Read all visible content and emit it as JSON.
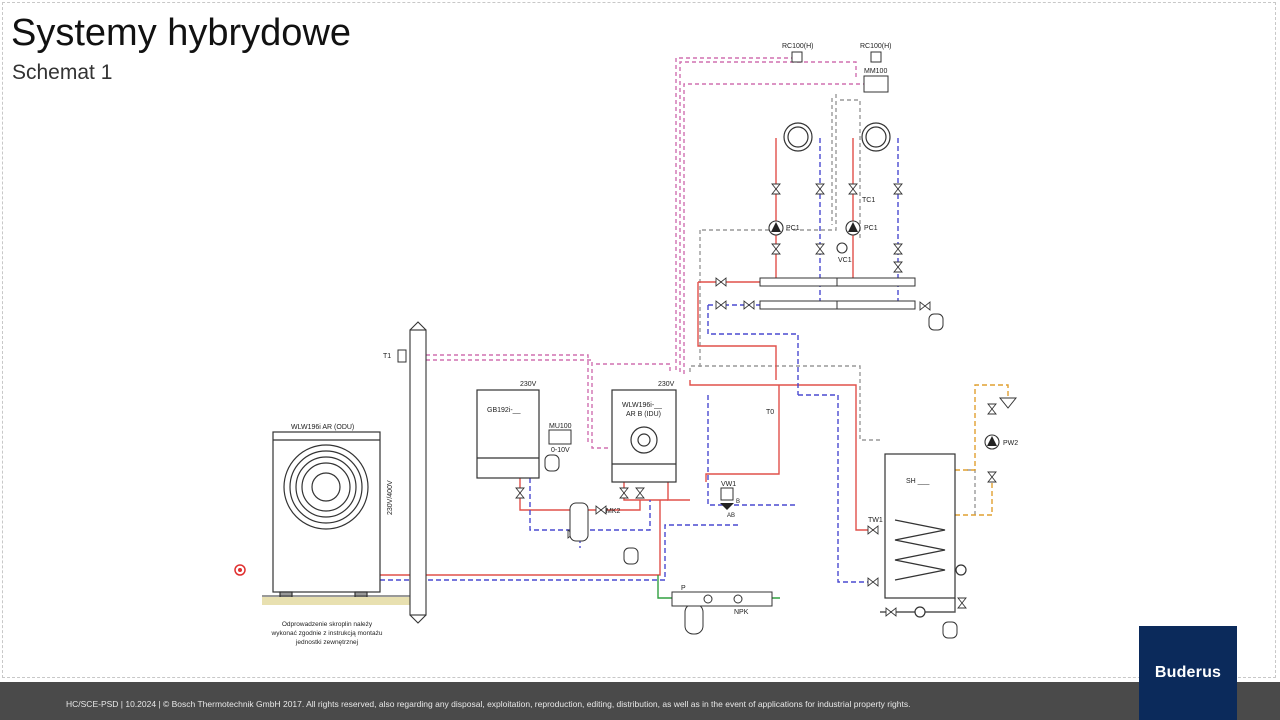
{
  "slide": {
    "title": "Systemy hybrydowe",
    "subtitle": "Schemat 1"
  },
  "labels": {
    "rc100_left": "RC100(H)",
    "rc100_right": "RC100(H)",
    "mm100": "MM100",
    "pc1_left": "PC1",
    "pc1_right": "PC1",
    "tc1": "TC1",
    "vc1": "VC1",
    "t1": "T1",
    "odu": "WLW196i AR (ODU)",
    "voltage_odu": "230V/400V",
    "gb192i": "GB192i-__",
    "voltage_gb": "230V",
    "mu100": "MU100",
    "mu100_sub": "0-10V",
    "idu_line1": "WLW196i-__",
    "idu_line2": "AR B (IDU)",
    "voltage_idu": "230V",
    "t0": "T0",
    "vw1": "VW1",
    "vw1_ab": "AB",
    "vw1_b": "B",
    "mk2": "MK2",
    "sh": "SH ___",
    "tw1": "TW1",
    "pw2": "PW2",
    "p": "P",
    "npk": "NPK",
    "condensate_note_1": "Odprowadzenie skroplin należy",
    "condensate_note_2": "wykonać zgodnie z instrukcją montażu",
    "condensate_note_3": "jednostki zewnętrznej"
  },
  "footer": {
    "text": "HC/SCE-PSD | 10.2024 | © Bosch Thermotechnik GmbH 2017. All rights reserved, also regarding any disposal, exploitation, reproduction, editing, distribution, as well as in the event of applications for industrial property rights."
  },
  "brand": {
    "logo_text": "Buderus",
    "logo_color": "#0b2a5b"
  },
  "colors": {
    "supply": "#e0504a",
    "return": "#4a4ad0",
    "control": "#d070b0",
    "dhw_hot": "#e0a030",
    "green": "#30a040",
    "signal": "#888888"
  }
}
